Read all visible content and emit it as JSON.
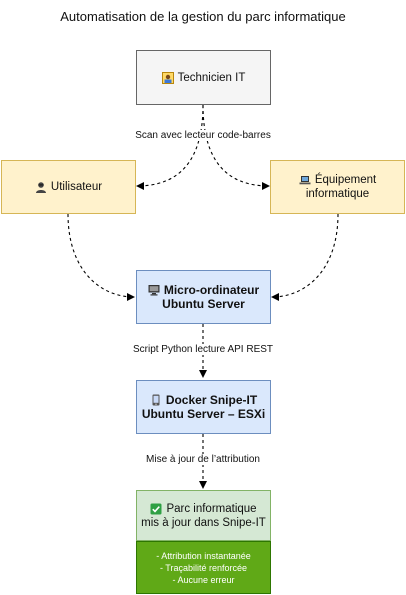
{
  "title": "Automatisation de la gestion du parc informatique",
  "nodes": {
    "technician": {
      "icon": "technician-icon",
      "label": "Technicien IT"
    },
    "user": {
      "icon": "user-icon",
      "label": "Utilisateur"
    },
    "equipment": {
      "icon": "laptop-icon",
      "line1": "Équipement",
      "line2": "informatique"
    },
    "micro": {
      "icon": "computer-icon",
      "line1": "Micro-ordinateur",
      "line2": "Ubuntu Server"
    },
    "docker": {
      "icon": "device-icon",
      "line1": "Docker Snipe-IT",
      "line2": "Ubuntu Server – ESXi"
    },
    "parc": {
      "icon": "check-icon",
      "line1": "Parc informatique",
      "line2": "mis à jour dans Snipe-IT"
    },
    "result": {
      "items": [
        "- Attribution instantanée",
        "- Traçabilité renforcée",
        "- Aucune erreur"
      ]
    }
  },
  "edges": {
    "scan": "Scan avec lecteur code-barres",
    "script": "Script Python lecture API REST",
    "update": "Mise à jour de l’attribution"
  },
  "colors": {
    "gray_fill": "#f5f5f5",
    "gray_stroke": "#666666",
    "yellow_fill": "#fff2cc",
    "yellow_stroke": "#d6b656",
    "blue_fill": "#dae8fc",
    "blue_stroke": "#6c8ebf",
    "green_fill": "#d5e8d4",
    "green_stroke": "#82b366",
    "result_fill": "#60a917"
  }
}
